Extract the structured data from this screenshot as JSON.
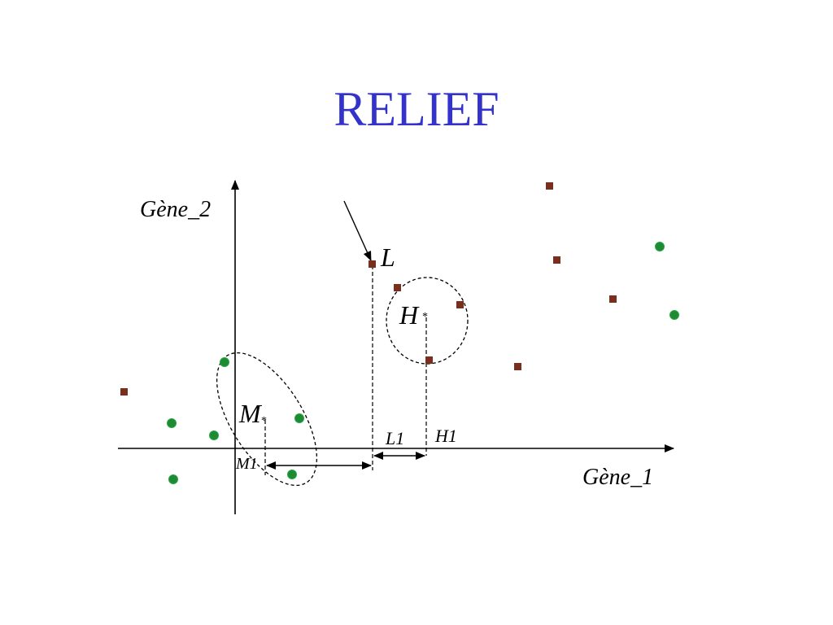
{
  "title": "RELIEF",
  "axes": {
    "x_label": "Gène_1",
    "y_label": "Gène_2"
  },
  "points": {
    "L_label": "L",
    "H_label": "H",
    "M_label": "M"
  },
  "projections": {
    "L1_label": "L1",
    "H1_label": "H1",
    "M1_label": "M1"
  },
  "colors": {
    "title": "#3333cc",
    "class_square": "#7a2e1e",
    "class_circle": "#1e8a34",
    "ink": "#000000"
  }
}
